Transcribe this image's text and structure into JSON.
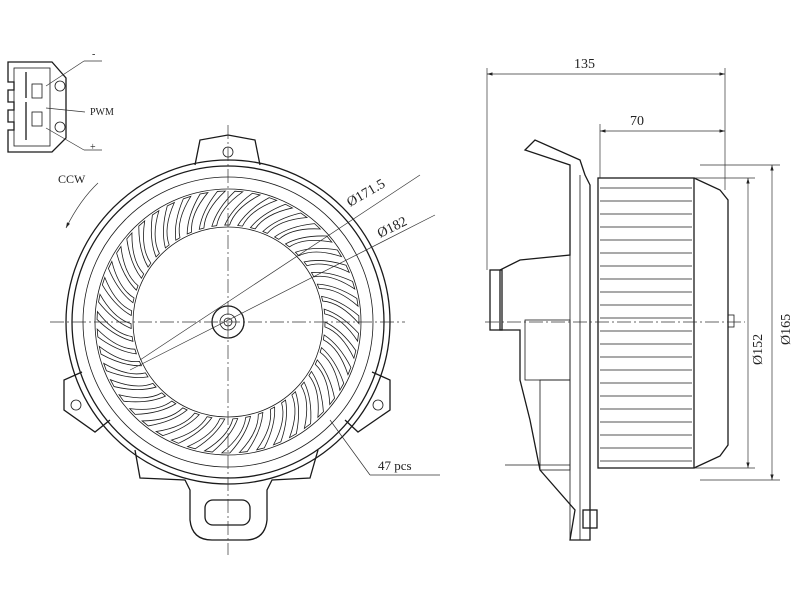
{
  "connector": {
    "minus": "-",
    "pwm": "PWM",
    "plus": "+"
  },
  "rotation": "CCW",
  "front_view": {
    "dia_inner": "Ø171.5",
    "dia_outer": "Ø182",
    "blade_count_label": "47 pcs",
    "blade_count": 47
  },
  "side_view": {
    "overall_length": "135",
    "fan_length": "70",
    "dia_fan": "Ø152",
    "dia_housing": "Ø165"
  }
}
